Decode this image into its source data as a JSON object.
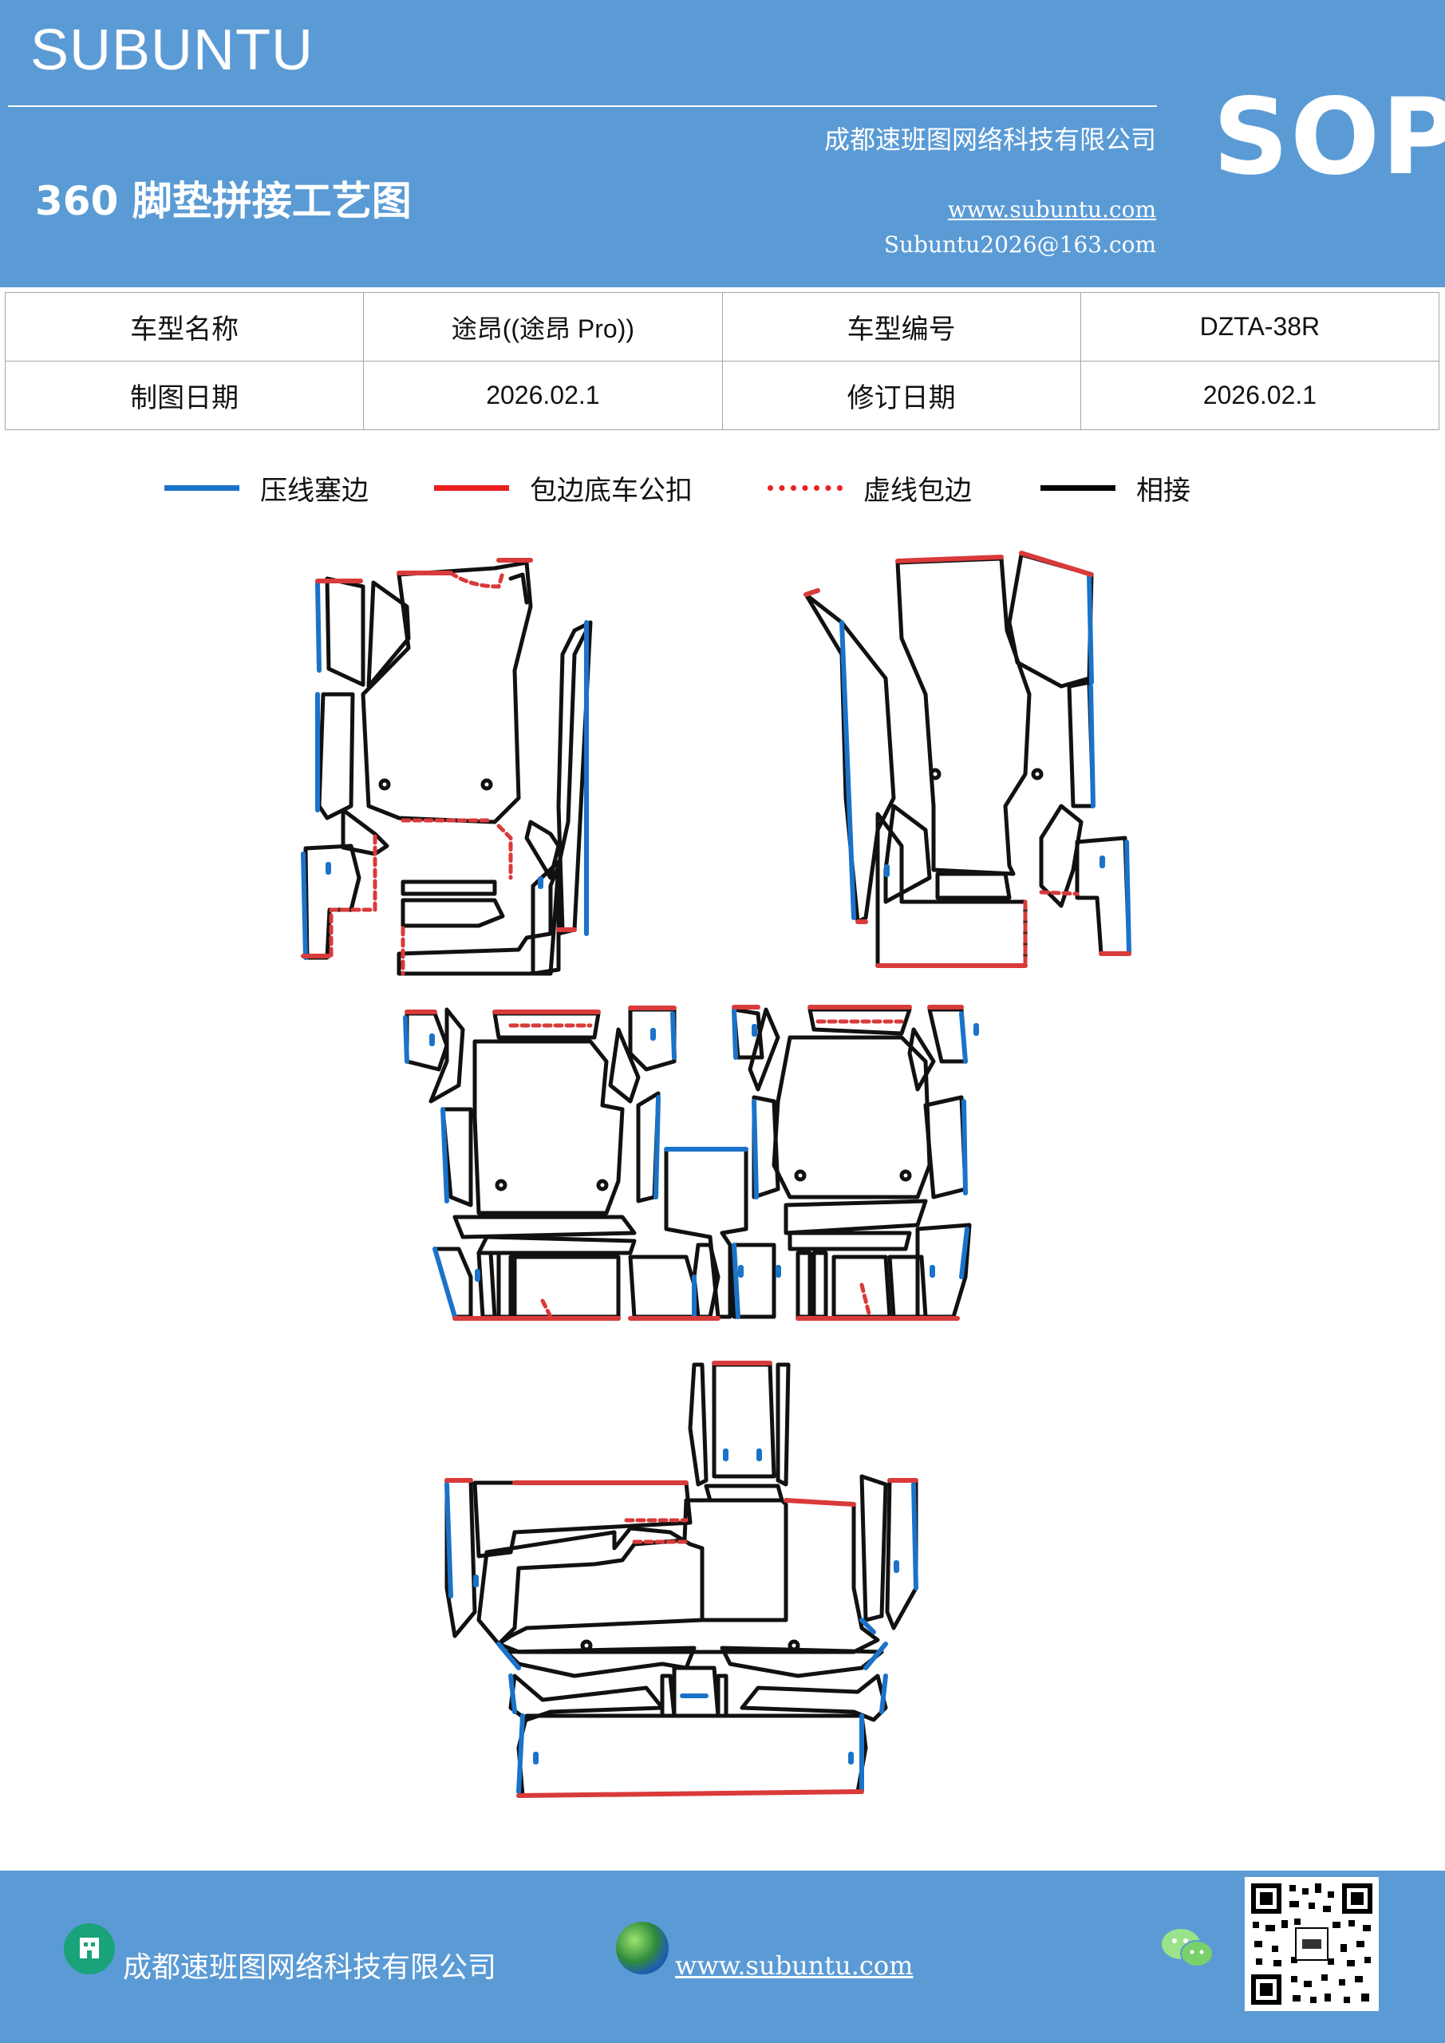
{
  "header": {
    "brand": "SUBUNTU",
    "company": "成都速班图网络科技有限公司",
    "badge": "SOP",
    "title": "360 脚垫拼接工艺图",
    "website": "www.subuntu.com",
    "email": "Subuntu2026@163.com"
  },
  "info_table": {
    "model_name_label": "车型名称",
    "model_name_value": "途昂((途昂 Pro))",
    "model_code_label": "车型编号",
    "model_code_value": "DZTA-38R",
    "drawing_date_label": "制图日期",
    "drawing_date_value": "2026.02.1",
    "revision_date_label": "修订日期",
    "revision_date_value": "2026.02.1"
  },
  "legend": [
    {
      "label": "压线塞边",
      "color": "#1a73c9",
      "style": "solid"
    },
    {
      "label": "包边底车公扣",
      "color": "#e8201f",
      "style": "solid"
    },
    {
      "label": "虚线包边",
      "color": "#e8201f",
      "style": "dotted"
    },
    {
      "label": "相接",
      "color": "#000000",
      "style": "solid"
    }
  ],
  "colors": {
    "header_bg": "#5b9bd5",
    "line_blue": "#1a73c9",
    "line_red": "#d93a3a",
    "line_black": "#111111"
  },
  "footer": {
    "company": "成都速班图网络科技有限公司",
    "website": "www.subuntu.com",
    "icons": [
      "building-icon",
      "globe-icon",
      "wechat-icon",
      "qr-code"
    ]
  }
}
